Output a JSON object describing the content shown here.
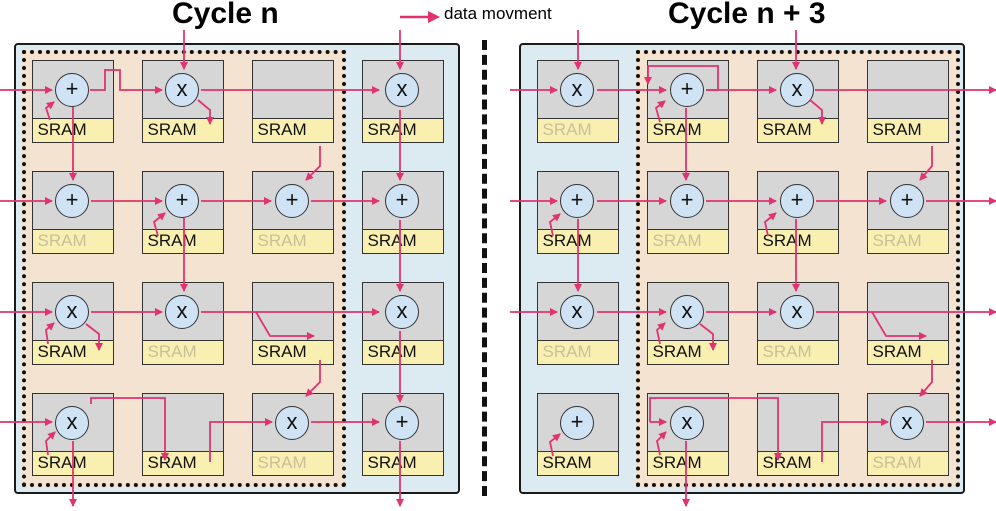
{
  "titles": {
    "left": "Cycle n",
    "right": "Cycle n + 3"
  },
  "legend": {
    "label": "data movment",
    "color": "#e0336f"
  },
  "sram_label": "SRAM",
  "colors": {
    "panel": "#dcebf2",
    "active_region": "#f4e3d0",
    "tile": "#d6d6d6",
    "sram": "#f8efb0",
    "node": "#cfe3f5",
    "arrow": "#e0336f"
  },
  "panels": [
    {
      "title_key": "left",
      "active_columns": [
        0,
        1,
        2
      ],
      "grid": [
        [
          {
            "op": "+",
            "sram": "on"
          },
          {
            "op": "x",
            "sram": "on"
          },
          {
            "op": "",
            "sram": "on"
          },
          {
            "op": "x",
            "sram": "on"
          }
        ],
        [
          {
            "op": "+",
            "sram": "dim"
          },
          {
            "op": "+",
            "sram": "on"
          },
          {
            "op": "+",
            "sram": "dim"
          },
          {
            "op": "+",
            "sram": "on"
          }
        ],
        [
          {
            "op": "x",
            "sram": "on"
          },
          {
            "op": "x",
            "sram": "dim"
          },
          {
            "op": "",
            "sram": "on"
          },
          {
            "op": "x",
            "sram": "on"
          }
        ],
        [
          {
            "op": "x",
            "sram": "on"
          },
          {
            "op": "",
            "sram": "on"
          },
          {
            "op": "x",
            "sram": "dim"
          },
          {
            "op": "+",
            "sram": "on"
          }
        ]
      ]
    },
    {
      "title_key": "right",
      "active_columns": [
        1,
        2,
        3
      ],
      "grid": [
        [
          {
            "op": "x",
            "sram": "dim"
          },
          {
            "op": "+",
            "sram": "on"
          },
          {
            "op": "x",
            "sram": "on"
          },
          {
            "op": "",
            "sram": "on"
          }
        ],
        [
          {
            "op": "+",
            "sram": "on"
          },
          {
            "op": "+",
            "sram": "dim"
          },
          {
            "op": "+",
            "sram": "on"
          },
          {
            "op": "+",
            "sram": "dim"
          }
        ],
        [
          {
            "op": "x",
            "sram": "dim"
          },
          {
            "op": "x",
            "sram": "on"
          },
          {
            "op": "x",
            "sram": "dim"
          },
          {
            "op": "",
            "sram": "on"
          }
        ],
        [
          {
            "op": "+",
            "sram": "on"
          },
          {
            "op": "x",
            "sram": "on"
          },
          {
            "op": "",
            "sram": "on"
          },
          {
            "op": "x",
            "sram": "dim"
          }
        ]
      ]
    }
  ]
}
